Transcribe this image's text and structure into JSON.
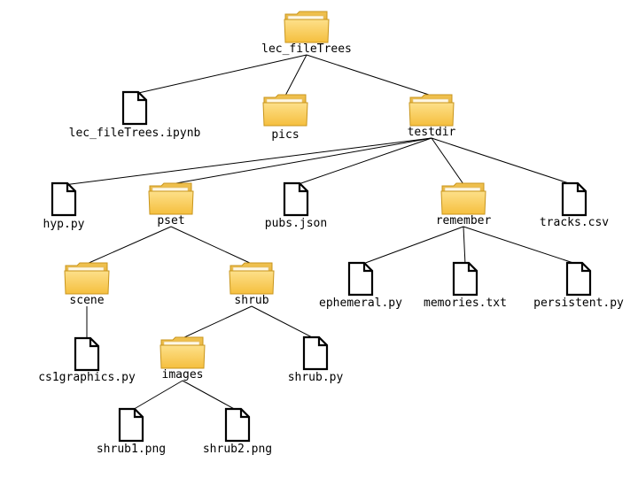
{
  "tree": {
    "nodes": [
      {
        "id": "lec_fileTrees",
        "label": "lec_fileTrees",
        "kind": "folder"
      },
      {
        "id": "lec_fileTrees.ipynb",
        "label": "lec_fileTrees.ipynb",
        "kind": "file"
      },
      {
        "id": "pics",
        "label": "pics",
        "kind": "folder"
      },
      {
        "id": "testdir",
        "label": "testdir",
        "kind": "folder"
      },
      {
        "id": "hyp.py",
        "label": "hyp.py",
        "kind": "file"
      },
      {
        "id": "pset",
        "label": "pset",
        "kind": "folder"
      },
      {
        "id": "pubs.json",
        "label": "pubs.json",
        "kind": "file"
      },
      {
        "id": "remember",
        "label": "remember",
        "kind": "folder"
      },
      {
        "id": "tracks.csv",
        "label": "tracks.csv",
        "kind": "file"
      },
      {
        "id": "scene",
        "label": "scene",
        "kind": "folder"
      },
      {
        "id": "shrub",
        "label": "shrub",
        "kind": "folder"
      },
      {
        "id": "ephemeral.py",
        "label": "ephemeral.py",
        "kind": "file"
      },
      {
        "id": "memories.txt",
        "label": "memories.txt",
        "kind": "file"
      },
      {
        "id": "persistent.py",
        "label": "persistent.py",
        "kind": "file"
      },
      {
        "id": "cs1graphics.py",
        "label": "cs1graphics.py",
        "kind": "file"
      },
      {
        "id": "images",
        "label": "images",
        "kind": "folder"
      },
      {
        "id": "shrub.py",
        "label": "shrub.py",
        "kind": "file"
      },
      {
        "id": "shrub1.png",
        "label": "shrub1.png",
        "kind": "file"
      },
      {
        "id": "shrub2.png",
        "label": "shrub2.png",
        "kind": "file"
      }
    ],
    "edges": [
      [
        "lec_fileTrees",
        "lec_fileTrees.ipynb"
      ],
      [
        "lec_fileTrees",
        "pics"
      ],
      [
        "lec_fileTrees",
        "testdir"
      ],
      [
        "testdir",
        "hyp.py"
      ],
      [
        "testdir",
        "pset"
      ],
      [
        "testdir",
        "pubs.json"
      ],
      [
        "testdir",
        "remember"
      ],
      [
        "testdir",
        "tracks.csv"
      ],
      [
        "pset",
        "scene"
      ],
      [
        "pset",
        "shrub"
      ],
      [
        "remember",
        "ephemeral.py"
      ],
      [
        "remember",
        "memories.txt"
      ],
      [
        "remember",
        "persistent.py"
      ],
      [
        "scene",
        "cs1graphics.py"
      ],
      [
        "shrub",
        "images"
      ],
      [
        "shrub",
        "shrub.py"
      ],
      [
        "images",
        "shrub1.png"
      ],
      [
        "images",
        "shrub2.png"
      ]
    ]
  },
  "colors": {
    "folder_back": "#e9b23a",
    "folder_front": "#fcd36a",
    "folder_stroke": "#c8951c",
    "file_fill": "#ffffff",
    "file_stroke": "#000000",
    "edge": "#000000"
  }
}
